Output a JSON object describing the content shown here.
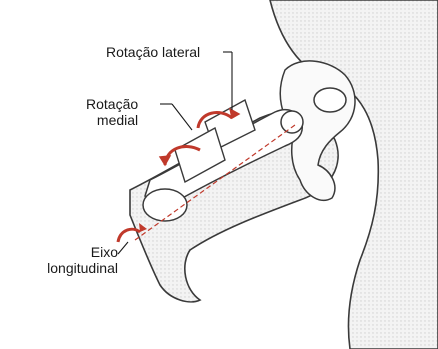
{
  "labels": {
    "lateral_rotation": "Rotação lateral",
    "medial_rotation_line1": "Rotação",
    "medial_rotation_line2": "medial",
    "axis_line1": "Eixo",
    "axis_line2": "longitudinal"
  },
  "colors": {
    "outline": "#3a3a3a",
    "arrow_red": "#c0392b",
    "shading": "#d9d9d9",
    "background": "#ffffff"
  }
}
